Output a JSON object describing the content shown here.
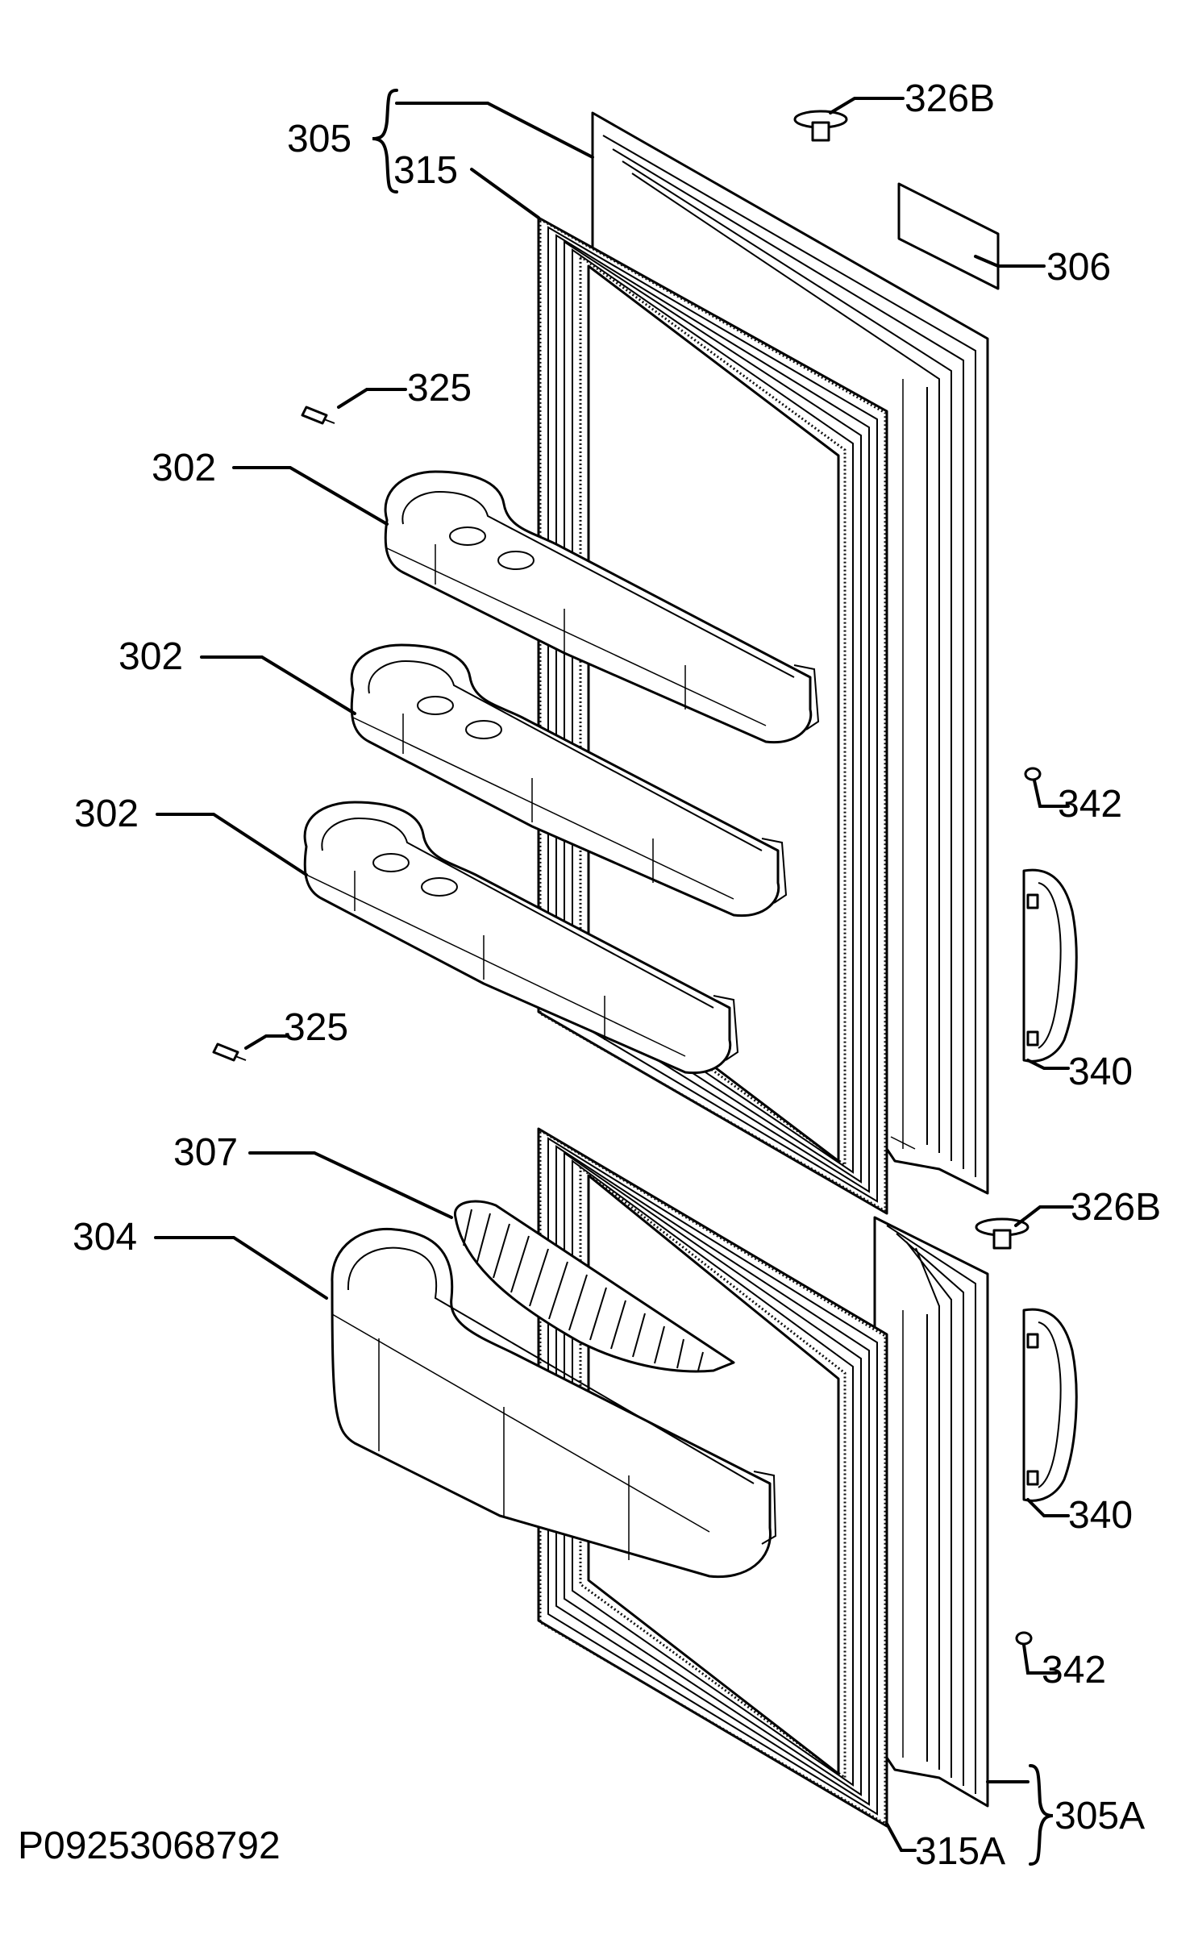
{
  "diagram": {
    "callouts": {
      "c305": "305",
      "c315": "315",
      "c326B_top": "326B",
      "c306": "306",
      "c325_top": "325",
      "c302_a": "302",
      "c302_b": "302",
      "c302_c": "302",
      "c342_top": "342",
      "c325_bottom": "325",
      "c340_top": "340",
      "c307": "307",
      "c326B_bottom": "326B",
      "c304": "304",
      "c340_bottom": "340",
      "c342_bottom": "342",
      "c305A": "305A",
      "c315A": "315A"
    },
    "reference_code": "P09253068792"
  }
}
